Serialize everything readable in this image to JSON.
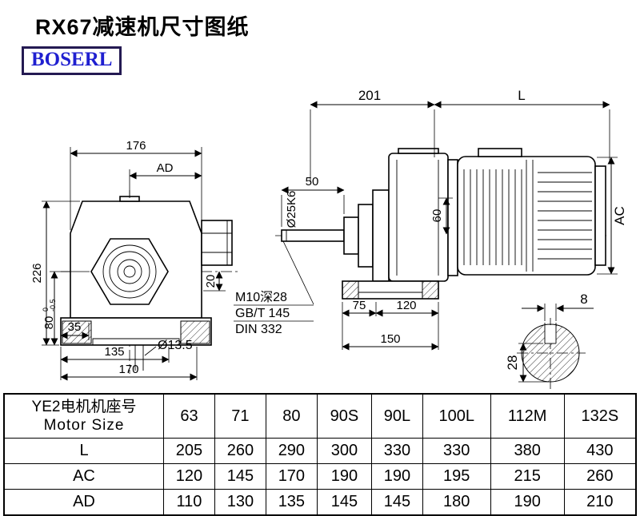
{
  "page": {
    "title": "RX67减速机尺寸图纸",
    "brand": "BOSERL"
  },
  "front_view": {
    "dim_176": "176",
    "dim_ad": "AD",
    "dim_226": "226",
    "dim_80": "80",
    "dim_80_tol_top": "0",
    "dim_80_tol_bot": "-0.5",
    "dim_20": "20",
    "dim_35": "35",
    "dim_135": "135",
    "dim_170": "170",
    "dim_hole": "Ø13.5"
  },
  "side_view": {
    "dim_201": "201",
    "dim_l": "L",
    "dim_50": "50",
    "dim_shaft": "Ø25K6",
    "dim_60": "60",
    "dim_ac": "AC",
    "tap_label": "M10深28",
    "std1": "GB/T 145",
    "std2": "DIN 332",
    "dim_75": "75",
    "dim_120": "120",
    "dim_150": "150"
  },
  "shaft_view": {
    "dim_key_width": "8",
    "dim_key_depth": "28"
  },
  "table": {
    "header_cn": "YE2电机机座号",
    "header_en": "Motor Size",
    "sizes": [
      "63",
      "71",
      "80",
      "90S",
      "90L",
      "100L",
      "112M",
      "132S"
    ],
    "rows": [
      {
        "label": "L",
        "values": [
          "205",
          "260",
          "290",
          "300",
          "330",
          "330",
          "380",
          "430"
        ]
      },
      {
        "label": "AC",
        "values": [
          "120",
          "145",
          "170",
          "190",
          "190",
          "195",
          "215",
          "260"
        ]
      },
      {
        "label": "AD",
        "values": [
          "110",
          "130",
          "135",
          "145",
          "145",
          "180",
          "190",
          "210"
        ]
      }
    ]
  }
}
